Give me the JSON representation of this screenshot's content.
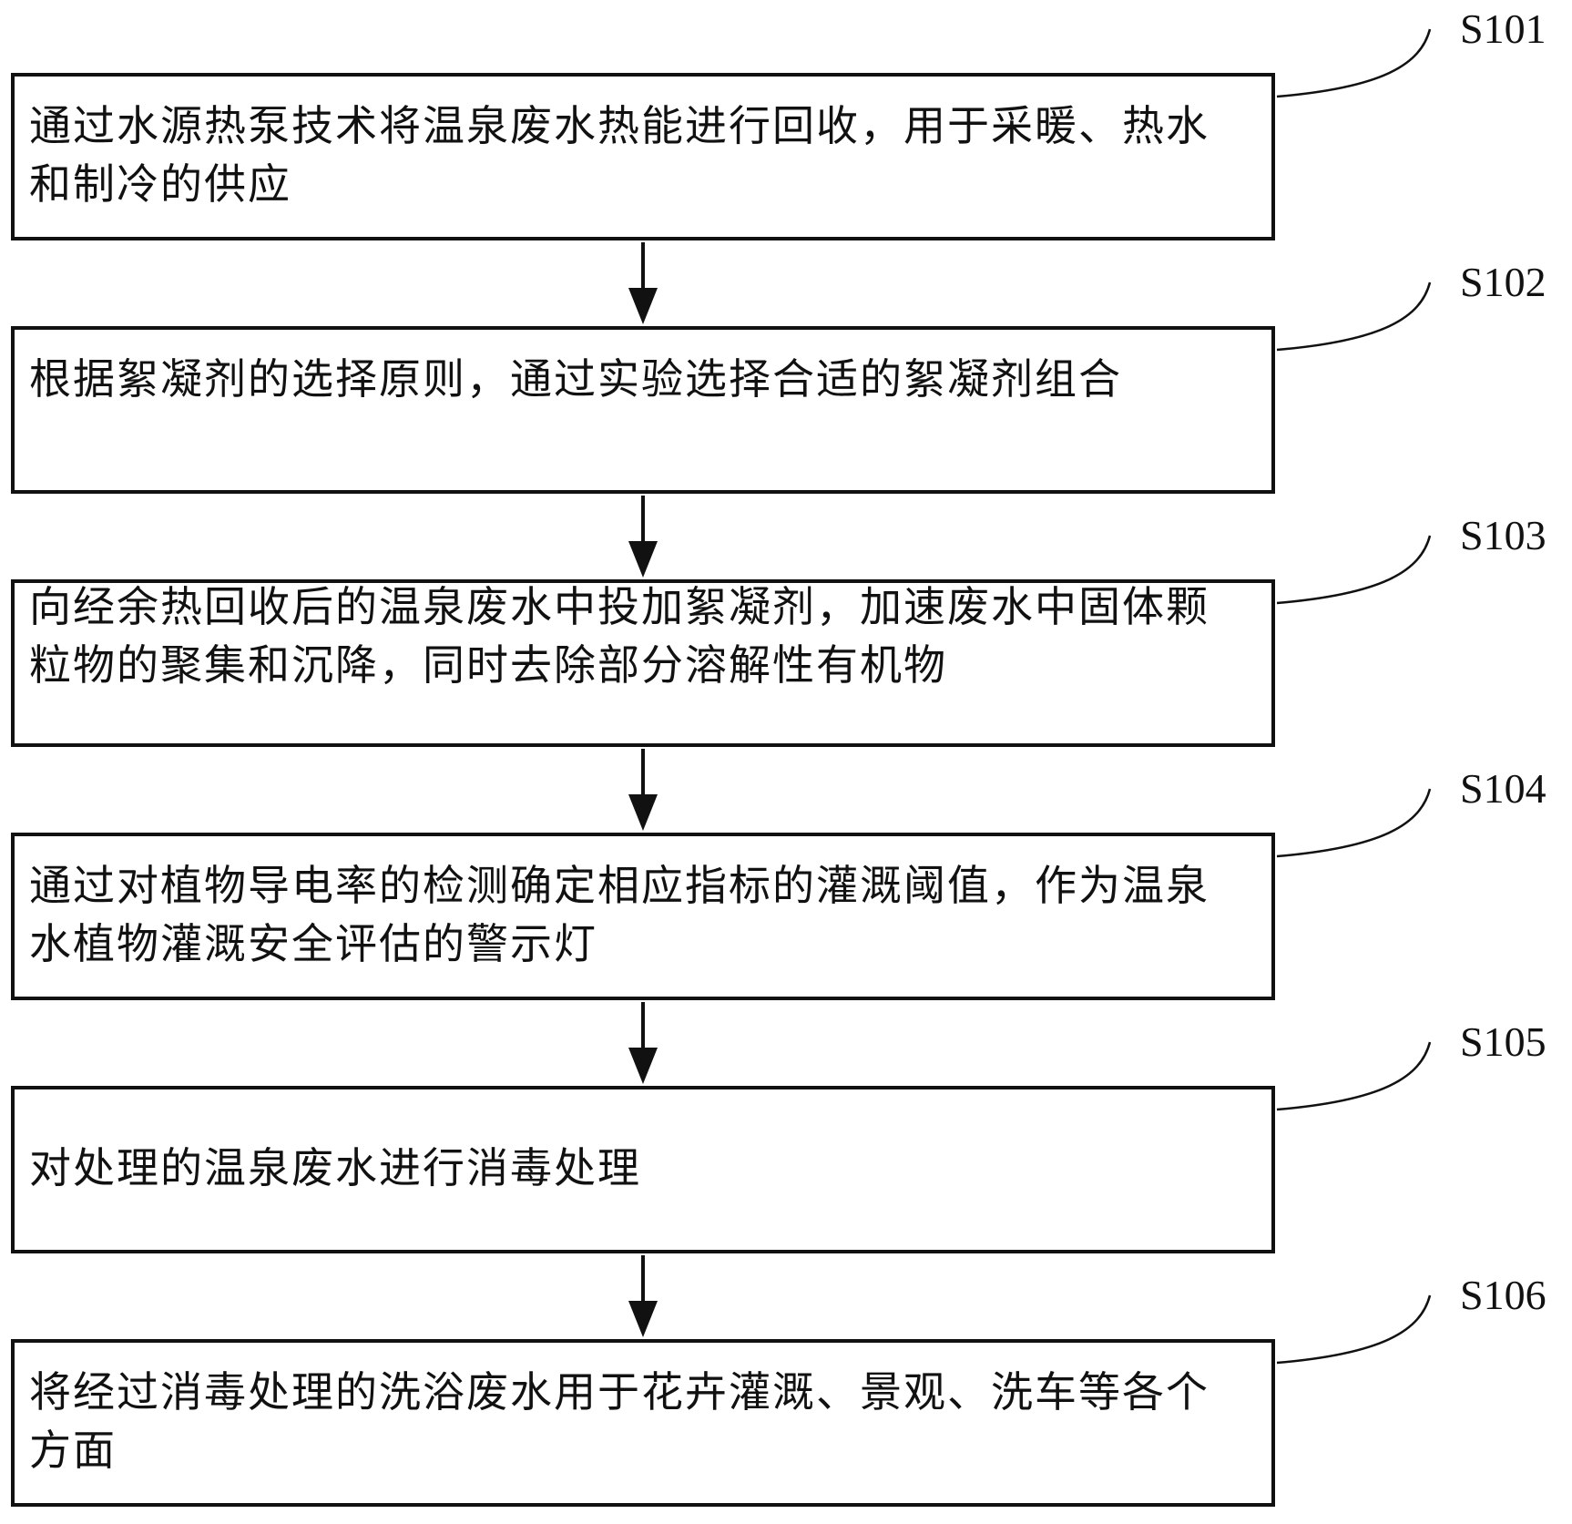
{
  "steps": [
    {
      "id": "S101",
      "text": "通过水源热泵技术将温泉废水热能进行回收，用于采暖、热水和制冷的供应"
    },
    {
      "id": "S102",
      "text": "根据絮凝剂的选择原则，通过实验选择合适的絮凝剂组合"
    },
    {
      "id": "S103",
      "text": "向经余热回收后的温泉废水中投加絮凝剂，加速废水中固体颗粒物的聚集和沉降，同时去除部分溶解性有机物"
    },
    {
      "id": "S104",
      "text": "通过对植物导电率的检测确定相应指标的灌溉阈值，作为温泉水植物灌溉安全评估的警示灯"
    },
    {
      "id": "S105",
      "text": "对处理的温泉废水进行消毒处理"
    },
    {
      "id": "S106",
      "text": "将经过消毒处理的洗浴废水用于花卉灌溉、景观、洗车等各个方面"
    }
  ]
}
